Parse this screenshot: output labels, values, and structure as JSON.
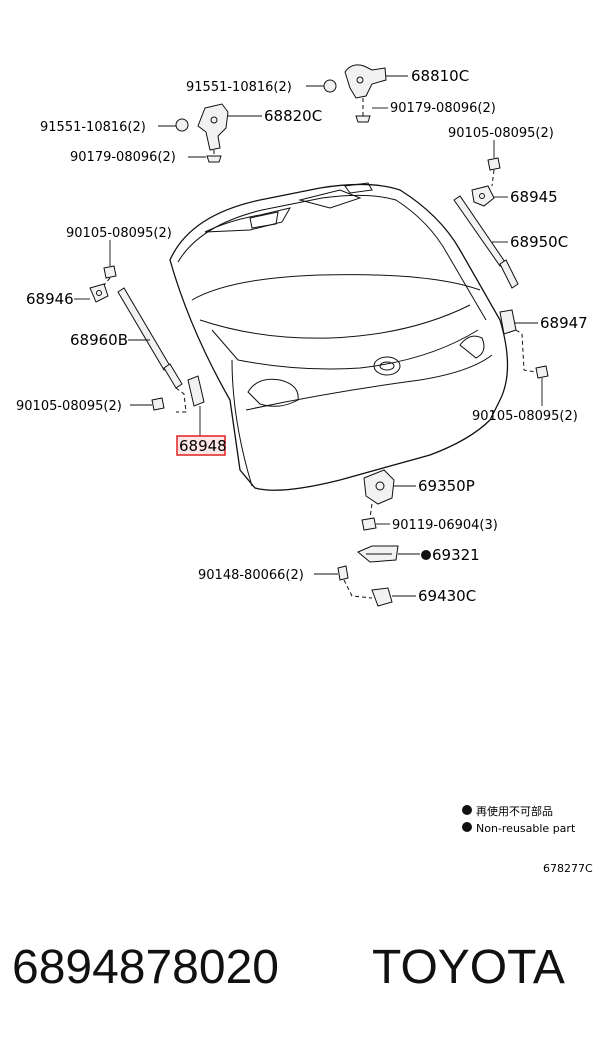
{
  "labels": {
    "p68810C": "68810C",
    "p91551_a": "91551-10816(2)",
    "p90179_a": "90179-08096(2)",
    "p91551_b": "91551-10816(2)",
    "p68820C": "68820C",
    "p90179_b": "90179-08096(2)",
    "p90105_a": "90105-08095(2)",
    "p68945": "68945",
    "p68950C": "68950C",
    "p90105_b": "90105-08095(2)",
    "p68946": "68946",
    "p68947": "68947",
    "p68960B": "68960B",
    "p90105_c": "90105-08095(2)",
    "p90105_d": "90105-08095(2)",
    "p68948": "68948",
    "p69350P": "69350P",
    "p90119": "90119-06904(3)",
    "p69321": "69321",
    "p90148": "90148-80066(2)",
    "p69430C": "69430C"
  },
  "legend": {
    "japanese": "再使用不可部品",
    "english": "Non-reusable part"
  },
  "figure_code": "678277C",
  "footer": {
    "part_number": "6894878020",
    "brand": "TOYOTA"
  },
  "colors": {
    "highlight": "#e02020",
    "ink": "#111111"
  }
}
